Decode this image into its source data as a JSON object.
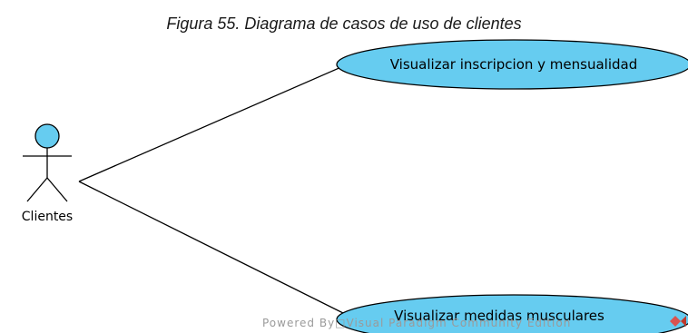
{
  "caption": "Figura 55. Diagrama de casos de uso de clientes",
  "actor": {
    "label": "Clientes"
  },
  "use_cases": [
    {
      "label": "Visualizar inscripcion y mensualidad"
    },
    {
      "label": "Visualizar medidas musculares"
    }
  ],
  "watermark": "Powered By□Visual Paradigm Community Edition",
  "colors": {
    "use_case_fill": "#66ccf0",
    "actor_head_fill": "#66ccf0",
    "stroke": "#000000"
  }
}
